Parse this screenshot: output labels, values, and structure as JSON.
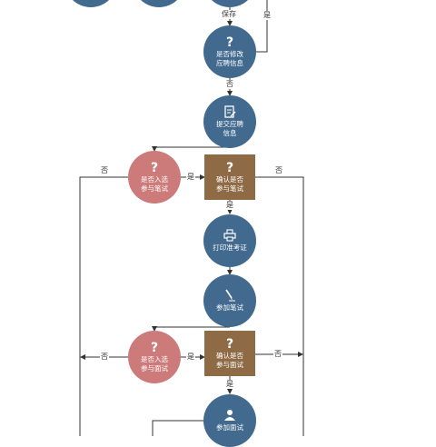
{
  "nodes": {
    "top_left": {
      "label": ""
    },
    "top_mid": {
      "label": ""
    },
    "top_right": {
      "label": ""
    },
    "modify_info": {
      "label": "是否修改\n应聘信息"
    },
    "submit_info": {
      "label": "提交应聘\n信息"
    },
    "shortlist_written": {
      "label": "是否入选\n参与笔试"
    },
    "confirm_written": {
      "label": "确认是否\n参与笔试"
    },
    "print_ticket": {
      "label": "打印准考证"
    },
    "written_test": {
      "label": "参加笔试"
    },
    "shortlist_interview": {
      "label": "是否入选\n参与面试"
    },
    "confirm_interview": {
      "label": "确认是否\n参与面试"
    },
    "interview": {
      "label": "参加面试"
    }
  },
  "edges": {
    "save": "保存",
    "yes_top": "是",
    "no_modify": "否",
    "no_shortlist_written": "否",
    "yes_shortlist_written": "是",
    "no_confirm_written": "否",
    "yes_confirm_written": "是",
    "no_shortlist_interview": "否",
    "yes_shortlist_interview": "是",
    "no_confirm_interview": "否",
    "yes_confirm_interview": "是"
  },
  "icons": {
    "question": "?",
    "submit": "document-edit-icon",
    "print": "printer-icon",
    "written": "pen-icon",
    "interview": "person-icon"
  },
  "colors": {
    "blue": "#426a8f",
    "pink": "#cc7b7a",
    "brown": "#8e6a45",
    "line": "#333333"
  }
}
